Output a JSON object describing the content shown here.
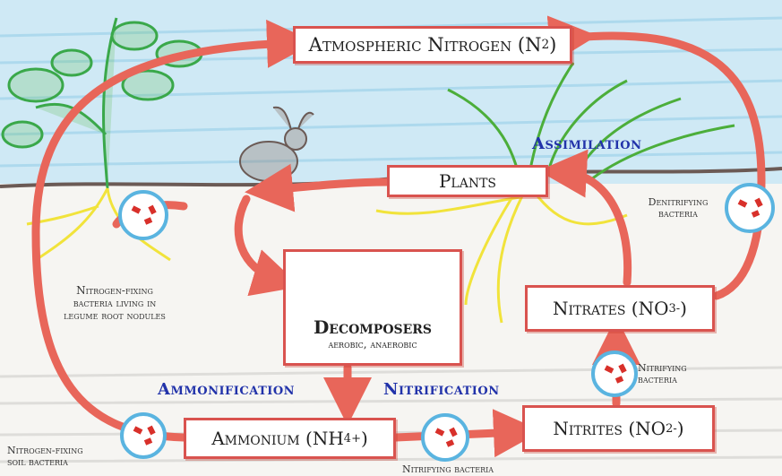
{
  "boxes": {
    "atmospheric": {
      "pre": "Atmospheric Nitrogen (N",
      "sub": "2",
      "post": ")"
    },
    "plants": "Plants",
    "decomposers_title": "Decomposers",
    "decomposers_sub": "aerobic, anaerobic",
    "ammonium": {
      "pre": "Ammonium (NH",
      "sub": "4",
      "sup": "+",
      "post": ")"
    },
    "nitrites": {
      "pre": "Nitrites (NO",
      "sub": "2",
      "sup": "-",
      "post": ")"
    },
    "nitrates": {
      "pre": "Nitrates (NO",
      "sub": "3",
      "sup": "-",
      "post": ")"
    }
  },
  "processes": {
    "assimilation": "Assimilation",
    "ammonification": "Ammonification",
    "nitrification": "Nitrification"
  },
  "labels": {
    "nodule_bacteria": [
      "Nitrogen-fixing",
      "bacteria living in",
      "legume root nodules"
    ],
    "soil_bacteria": [
      "Nitrogen-fixing",
      "soil bacteria"
    ],
    "denitrifying": [
      "Denitrifying",
      "bacteria"
    ],
    "nitrifying_right": [
      "Nitrifying",
      "bacteria"
    ],
    "nitrifying_bottom": "Nitrifying bacteria"
  },
  "colors": {
    "arrow": "#e8665a",
    "box_border": "#d9534f",
    "process_text": "#2233aa",
    "bacteria_ring": "#5ab4e0",
    "bacteria_fill": "#d8302a",
    "sky": "#bfe3f2",
    "soil_line": "#6b5a55",
    "roots": "#f1e33b",
    "leaves": "#3aa84a"
  }
}
